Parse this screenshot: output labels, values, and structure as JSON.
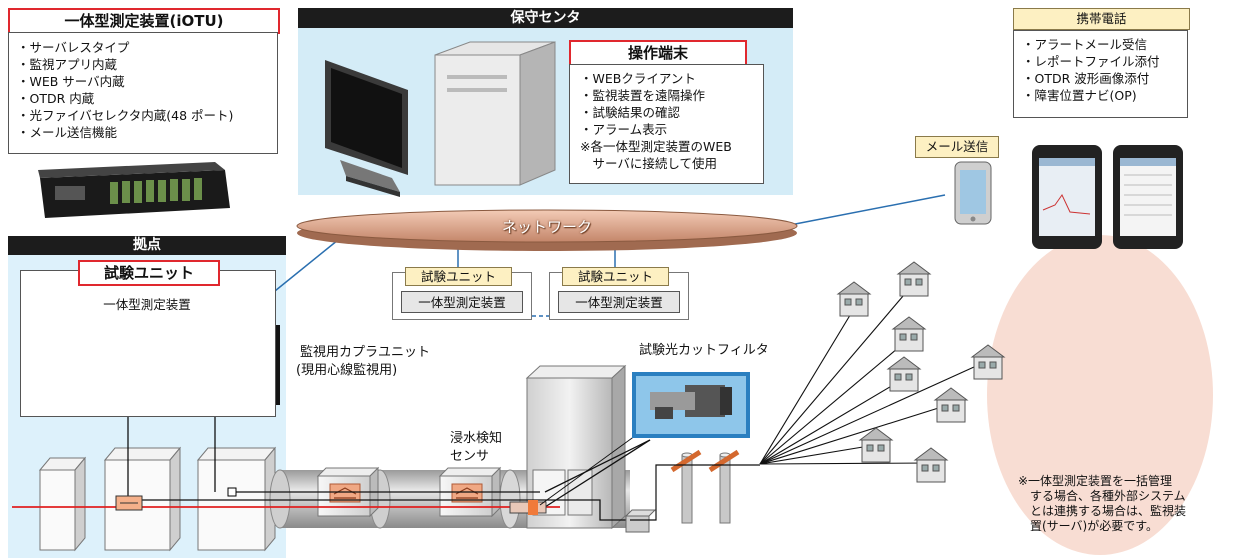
{
  "iotu": {
    "title": "一体型測定装置(iOTU)",
    "items": [
      "・サーバレスタイプ",
      "・監視アプリ内蔵",
      "・WEB サーバ内蔵",
      "・OTDR 内蔵",
      "・光ファイバセレクタ内蔵(48 ポート)",
      "・メール送信機能"
    ]
  },
  "maintenance_center": {
    "title": "保守センタ",
    "terminal_title": "操作端末",
    "terminal_items": [
      "・WEBクライアント",
      "・監視装置を遠隔操作",
      "・試験結果の確認",
      "・アラーム表示",
      "※各一体型測定装置のWEB",
      "　サーバに接続して使用"
    ]
  },
  "mobile": {
    "title": "携帯電話",
    "items": [
      "・アラートメール受信",
      "・レポートファイル添付",
      "・OTDR 波形画像添付",
      "・障害位置ナビ(OP)"
    ],
    "mail_label": "メール送信"
  },
  "network_label": "ネットワーク",
  "site": {
    "title": "拠点",
    "unit_title": "試験ユニット",
    "device_label": "一体型測定装置"
  },
  "test_units": [
    {
      "title": "試験ユニット",
      "device": "一体型測定装置"
    },
    {
      "title": "試験ユニット",
      "device": "一体型測定装置"
    }
  ],
  "labels": {
    "coupler": "監視用カプラユニット",
    "coupler_sub": "(現用心線監視用)",
    "water_sensor_1": "浸水検知",
    "water_sensor_2": "センサ",
    "filter": "試験光カットフィルタ"
  },
  "note": [
    "※一体型測定装置を一括管理",
    "する場合、各種外部システム",
    "とは連携する場合は、監視装",
    "置(サーバ)が必要です。"
  ],
  "colors": {
    "accent_red": "#e0282e",
    "cable_red": "#e02020",
    "site_bg": "#ddf1fb",
    "center_bg": "#d4ecf7",
    "network": "#d9a48a",
    "customer_bg": "#f8ddd3"
  }
}
